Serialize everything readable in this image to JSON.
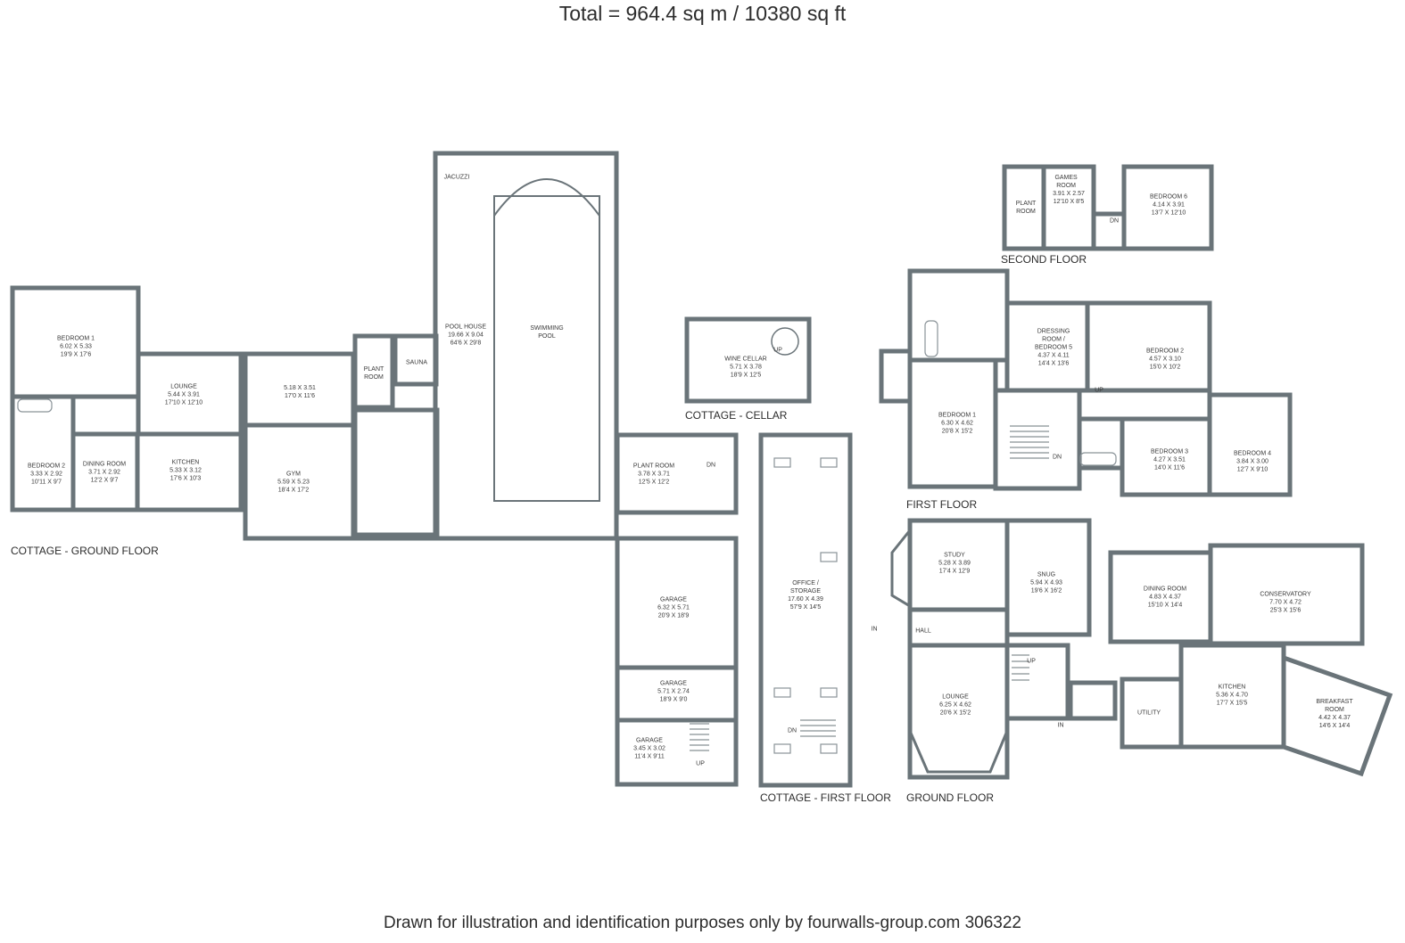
{
  "title": "Total = 964.4 sq m / 10380 sq ft",
  "footer": "Drawn for illustration and identification purposes only by fourwalls-group.com 306322",
  "floors": {
    "cottage_ground": "COTTAGE - GROUND FLOOR",
    "cottage_cellar": "COTTAGE - CELLAR",
    "cottage_first": "COTTAGE - FIRST FLOOR",
    "second": "SECOND FLOOR",
    "first": "FIRST FLOOR",
    "ground": "GROUND FLOOR"
  },
  "rooms": {
    "cg_bedroom1": {
      "name": "BEDROOM 1",
      "metric": "6.02 X 5.33",
      "imperial": "19'9 X 17'6"
    },
    "cg_bedroom2": {
      "name": "BEDROOM 2",
      "metric": "3.33 X 2.92",
      "imperial": "10'11 X 9'7"
    },
    "cg_lounge": {
      "name": "LOUNGE",
      "metric": "5.44 X 3.91",
      "imperial": "17'10 X 12'10"
    },
    "cg_dining": {
      "name": "DINING ROOM",
      "metric": "3.71 X 2.92",
      "imperial": "12'2 X 9'7"
    },
    "cg_kitchen": {
      "name": "KITCHEN",
      "metric": "5.33 X 3.12",
      "imperial": "17'6 X 10'3"
    },
    "cg_room": {
      "metric": "5.18 X 3.51",
      "imperial": "17'0 X 11'6"
    },
    "cg_gym": {
      "name": "GYM",
      "metric": "5.59 X 5.23",
      "imperial": "18'4 X 17'2"
    },
    "cg_plant": {
      "name": "PLANT ROOM"
    },
    "cg_sauna": {
      "name": "SAUNA"
    },
    "cg_jacuzzi": {
      "name": "JACUZZI"
    },
    "cg_poolhouse": {
      "name": "POOL HOUSE",
      "metric": "19.66 X 9.04",
      "imperial": "64'6 X 29'8"
    },
    "cg_pool": {
      "name": "SWIMMING POOL"
    },
    "cg_plant2": {
      "name": "PLANT ROOM",
      "metric": "3.78 X 3.71",
      "imperial": "12'5 X 12'2"
    },
    "cg_garage1": {
      "name": "GARAGE",
      "metric": "6.32 X 5.71",
      "imperial": "20'9 X 18'9"
    },
    "cg_garage2": {
      "name": "GARAGE",
      "metric": "5.71 X 2.74",
      "imperial": "18'9 X 9'0"
    },
    "cg_garage3": {
      "name": "GARAGE",
      "metric": "3.45 X 3.02",
      "imperial": "11'4 X 9'11"
    },
    "cc_wine": {
      "name": "WINE CELLAR",
      "metric": "5.71 X 3.78",
      "imperial": "18'9 X 12'5"
    },
    "cf_office": {
      "name": "OFFICE / STORAGE",
      "metric": "17.60 X 4.39",
      "imperial": "57'9 X 14'5"
    },
    "sf_games": {
      "name": "GAMES ROOM",
      "metric": "3.91 X 2.57",
      "imperial": "12'10 X 8'5"
    },
    "sf_plant": {
      "name": "PLANT ROOM"
    },
    "sf_bedroom6": {
      "name": "BEDROOM 6",
      "metric": "4.14 X 3.91",
      "imperial": "13'7 X 12'10"
    },
    "ff_bedroom1": {
      "name": "BEDROOM 1",
      "metric": "6.30 X 4.62",
      "imperial": "20'8 X 15'2"
    },
    "ff_dressing": {
      "name": "DRESSING ROOM / BEDROOM 5",
      "metric": "4.37 X 4.11",
      "imperial": "14'4 X 13'6"
    },
    "ff_bedroom2": {
      "name": "BEDROOM 2",
      "metric": "4.57 X 3.10",
      "imperial": "15'0 X 10'2"
    },
    "ff_bedroom3": {
      "name": "BEDROOM 3",
      "metric": "4.27 X 3.51",
      "imperial": "14'0 X 11'6"
    },
    "ff_bedroom4": {
      "name": "BEDROOM 4",
      "metric": "3.84 X 3.00",
      "imperial": "12'7 X 9'10"
    },
    "gf_study": {
      "name": "STUDY",
      "metric": "5.28 X 3.89",
      "imperial": "17'4 X 12'9"
    },
    "gf_snug": {
      "name": "SNUG",
      "metric": "5.94 X 4.93",
      "imperial": "19'6 X 16'2"
    },
    "gf_dining": {
      "name": "DINING ROOM",
      "metric": "4.83 X 4.37",
      "imperial": "15'10 X 14'4"
    },
    "gf_conservatory": {
      "name": "CONSERVATORY",
      "metric": "7.70 X 4.72",
      "imperial": "25'3 X 15'6"
    },
    "gf_hall": {
      "name": "HALL"
    },
    "gf_lounge": {
      "name": "LOUNGE",
      "metric": "6.25 X 4.62",
      "imperial": "20'6 X 15'2"
    },
    "gf_kitchen": {
      "name": "KITCHEN",
      "metric": "5.36 X 4.70",
      "imperial": "17'7 X 15'5"
    },
    "gf_breakfast": {
      "name": "BREAKFAST ROOM",
      "metric": "4.42 X 4.37",
      "imperial": "14'6 X 14'4"
    },
    "gf_utility": {
      "name": "UTILITY"
    }
  },
  "marks": {
    "up": "UP",
    "dn": "DN",
    "in": "IN"
  },
  "colors": {
    "wall": "#6a7479",
    "wall_fill": "#d9dcde",
    "text": "#3a3a3a"
  }
}
